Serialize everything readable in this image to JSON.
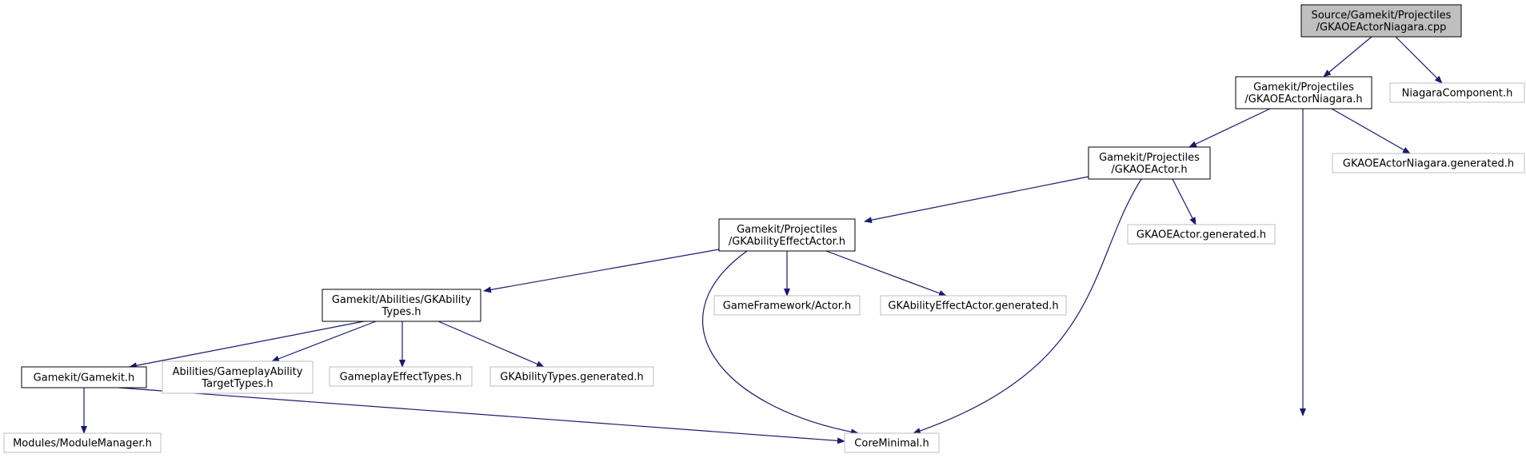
{
  "nodes": [
    {
      "id": "root",
      "lines": [
        "Source/Gamekit/Projectiles",
        "/GKAOEActorNiagara.cpp"
      ],
      "style": "root"
    },
    {
      "id": "niagara_h",
      "lines": [
        "Gamekit/Projectiles",
        "/GKAOEActorNiagara.h"
      ],
      "style": "doc"
    },
    {
      "id": "niagara_component",
      "lines": [
        "NiagaraComponent.h"
      ],
      "style": "ext"
    },
    {
      "id": "aoe_actor_h",
      "lines": [
        "Gamekit/Projectiles",
        "/GKAOEActor.h"
      ],
      "style": "doc"
    },
    {
      "id": "niagara_generated",
      "lines": [
        "GKAOEActorNiagara.generated.h"
      ],
      "style": "ext"
    },
    {
      "id": "effect_actor_h",
      "lines": [
        "Gamekit/Projectiles",
        "/GKAbilityEffectActor.h"
      ],
      "style": "doc"
    },
    {
      "id": "aoe_generated",
      "lines": [
        "GKAOEActor.generated.h"
      ],
      "style": "ext"
    },
    {
      "id": "ability_types_h",
      "lines": [
        "Gamekit/Abilities/GKAbility",
        "Types.h"
      ],
      "style": "doc"
    },
    {
      "id": "gf_actor",
      "lines": [
        "GameFramework/Actor.h"
      ],
      "style": "ext"
    },
    {
      "id": "effect_generated",
      "lines": [
        "GKAbilityEffectActor.generated.h"
      ],
      "style": "ext"
    },
    {
      "id": "gamekit_h",
      "lines": [
        "Gamekit/Gamekit.h"
      ],
      "style": "doc"
    },
    {
      "id": "target_types",
      "lines": [
        "Abilities/GameplayAbility",
        "TargetTypes.h"
      ],
      "style": "ext"
    },
    {
      "id": "effect_types",
      "lines": [
        "GameplayEffectTypes.h"
      ],
      "style": "ext"
    },
    {
      "id": "ability_generated",
      "lines": [
        "GKAbilityTypes.generated.h"
      ],
      "style": "ext"
    },
    {
      "id": "module_manager",
      "lines": [
        "Modules/ModuleManager.h"
      ],
      "style": "ext"
    },
    {
      "id": "core_minimal",
      "lines": [
        "CoreMinimal.h"
      ],
      "style": "ext"
    }
  ],
  "edges": [
    [
      "root",
      "niagara_h"
    ],
    [
      "root",
      "niagara_component"
    ],
    [
      "niagara_h",
      "aoe_actor_h"
    ],
    [
      "niagara_h",
      "niagara_generated"
    ],
    [
      "niagara_h",
      "core_minimal"
    ],
    [
      "aoe_actor_h",
      "effect_actor_h"
    ],
    [
      "aoe_actor_h",
      "aoe_generated"
    ],
    [
      "aoe_actor_h",
      "core_minimal"
    ],
    [
      "effect_actor_h",
      "ability_types_h"
    ],
    [
      "effect_actor_h",
      "gf_actor"
    ],
    [
      "effect_actor_h",
      "effect_generated"
    ],
    [
      "effect_actor_h",
      "core_minimal"
    ],
    [
      "ability_types_h",
      "gamekit_h"
    ],
    [
      "ability_types_h",
      "target_types"
    ],
    [
      "ability_types_h",
      "effect_types"
    ],
    [
      "ability_types_h",
      "ability_generated"
    ],
    [
      "gamekit_h",
      "module_manager"
    ],
    [
      "gamekit_h",
      "core_minimal"
    ]
  ],
  "colors": {
    "edge": "#191970",
    "root_fill": "#bfbfbf",
    "doc_stroke": "#000000",
    "ext_stroke": "#bfbfbf",
    "text": "#000000"
  }
}
